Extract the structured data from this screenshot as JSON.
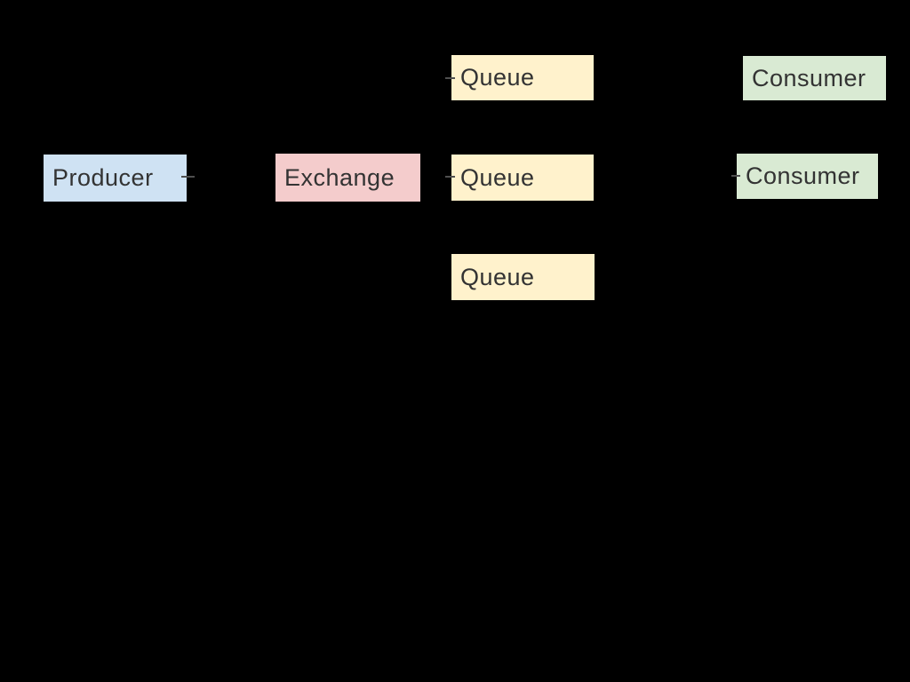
{
  "canvas": {
    "background_color": "#000000"
  },
  "diagram": {
    "text_color": "#333333",
    "edge_stroke_color": "#000000",
    "edge_tick_color": "#4f4f4f",
    "nodes": {
      "producer": {
        "label": "Producer",
        "fill": "#cfe2f3"
      },
      "exchange": {
        "label": "Exchange",
        "fill": "#f4cccc"
      },
      "queue1": {
        "label": "Queue",
        "fill": "#fff2cc"
      },
      "queue2": {
        "label": "Queue",
        "fill": "#fff2cc"
      },
      "queue3": {
        "label": "Queue",
        "fill": "#fff2cc"
      },
      "consumer1": {
        "label": "Consumer",
        "fill": "#d9ead3"
      },
      "consumer2": {
        "label": "Consumer",
        "fill": "#d9ead3"
      }
    },
    "edges": [
      {
        "from": "producer",
        "to": "exchange",
        "tick_visible": true
      },
      {
        "from": "exchange",
        "to": "queue1",
        "tick_visible": true
      },
      {
        "from": "exchange",
        "to": "queue2",
        "tick_visible": true
      },
      {
        "from": "exchange",
        "to": "queue3",
        "tick_visible": false
      },
      {
        "from": "queue1",
        "to": "consumer1",
        "tick_visible": false
      },
      {
        "from": "queue2",
        "to": "consumer2",
        "tick_visible": true
      }
    ]
  }
}
